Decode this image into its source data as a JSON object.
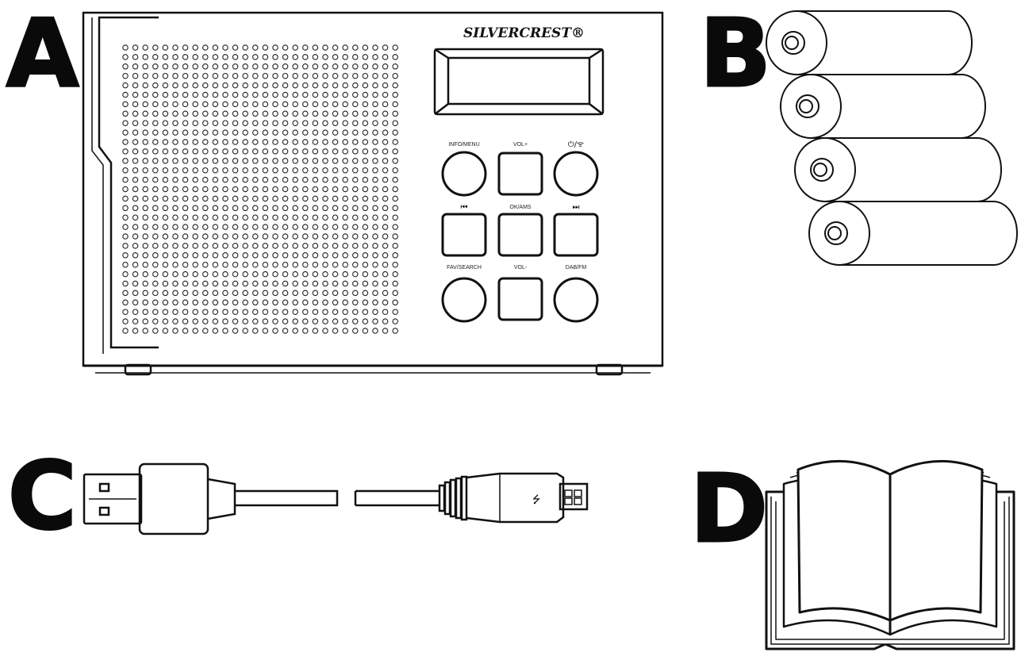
{
  "items": [
    {
      "letter": "A"
    },
    {
      "letter": "B"
    },
    {
      "letter": "C"
    },
    {
      "letter": "D"
    }
  ],
  "radio": {
    "brand": "SILVERCREST®",
    "buttons": [
      {
        "label": "INFO/MENU",
        "shape": "circle"
      },
      {
        "label": "VOL+",
        "shape": "square"
      },
      {
        "label": "⏻/ᯤ",
        "shape": "circle"
      },
      {
        "label": "⏮",
        "shape": "square"
      },
      {
        "label": "OK/AMS",
        "shape": "square"
      },
      {
        "label": "⏭",
        "shape": "square"
      },
      {
        "label": "FAV/SEARCH",
        "shape": "circle"
      },
      {
        "label": "VOL-",
        "shape": "square"
      },
      {
        "label": "DAB/FM",
        "shape": "circle"
      }
    ]
  },
  "cable": {
    "symbol": "⭍"
  },
  "colors": {
    "ink": "#0a0a0a",
    "paper": "#ffffff"
  }
}
